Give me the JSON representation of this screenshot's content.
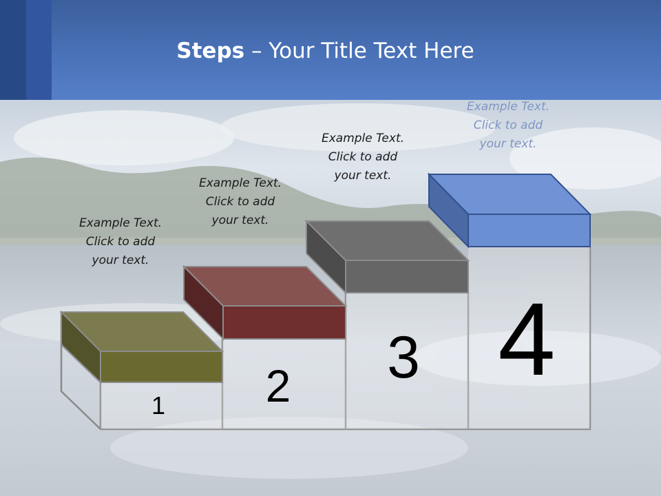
{
  "slide": {
    "title_bold": "Steps",
    "title_rest": " – Your Title Text Here"
  },
  "steps": [
    {
      "number": "1",
      "text": "Example Text.\nClick  to add\nyour text.",
      "color": "#6b6a30"
    },
    {
      "number": "2",
      "text": "Example Text.\nClick  to add\nyour text.",
      "color": "#6e2f2f"
    },
    {
      "number": "3",
      "text": "Example Text.\nClick  to add\nyour text.",
      "color": "#6a6a6a"
    },
    {
      "number": "4",
      "text": "Example Text.\nClick  to add\nyour text.",
      "color": "#6d92d4"
    }
  ]
}
